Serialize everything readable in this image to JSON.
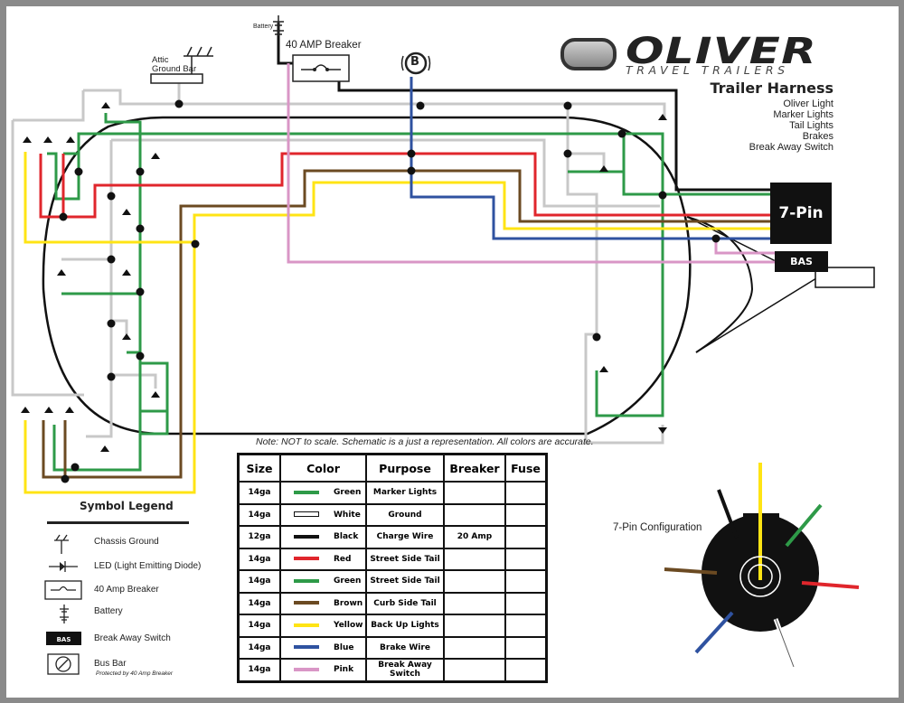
{
  "brand": {
    "name": "OLIVER",
    "tagline": "TRAVEL TRAILERS"
  },
  "title": {
    "main": "Trailer Harness",
    "lines": [
      "Oliver Light",
      "Marker Lights",
      "Tail Lights",
      "Brakes",
      "Break Away Switch"
    ]
  },
  "schematic": {
    "labels": {
      "battery": "Battery",
      "breaker": "40 AMP Breaker",
      "attic_ground": [
        "Attic",
        "Ground Bar"
      ],
      "bus_bar": "B",
      "connector": "7-Pin",
      "bas": "BAS"
    },
    "note": "Note:  NOT to scale.  Schematic is a just a representation.  All colors are accurate."
  },
  "colors": {
    "green": "#2e9a48",
    "white": "#ffffff",
    "black": "#111111",
    "red": "#e0262c",
    "brown": "#6b4a22",
    "yellow": "#ffe414",
    "blue": "#2f52a0",
    "pink": "#d996c6",
    "gray": "#c8c8c8"
  },
  "wire_table": {
    "headers": [
      "Size",
      "Color",
      "Purpose",
      "Breaker",
      "Fuse"
    ],
    "rows": [
      {
        "size": "14ga",
        "color": "Green",
        "swatch": "green",
        "purpose": "Marker Lights",
        "breaker": "",
        "fuse": ""
      },
      {
        "size": "14ga",
        "color": "White",
        "swatch": "white",
        "purpose": "Ground",
        "breaker": "",
        "fuse": ""
      },
      {
        "size": "12ga",
        "color": "Black",
        "swatch": "black",
        "purpose": "Charge Wire",
        "breaker": "20 Amp",
        "fuse": ""
      },
      {
        "size": "14ga",
        "color": "Red",
        "swatch": "red",
        "purpose": "Street Side Tail",
        "breaker": "",
        "fuse": ""
      },
      {
        "size": "14ga",
        "color": "Green",
        "swatch": "green",
        "purpose": "Street Side Tail",
        "breaker": "",
        "fuse": ""
      },
      {
        "size": "14ga",
        "color": "Brown",
        "swatch": "brown",
        "purpose": "Curb Side Tail",
        "breaker": "",
        "fuse": ""
      },
      {
        "size": "14ga",
        "color": "Yellow",
        "swatch": "yellow",
        "purpose": "Back Up Lights",
        "breaker": "",
        "fuse": ""
      },
      {
        "size": "14ga",
        "color": "Blue",
        "swatch": "blue",
        "purpose": "Brake Wire",
        "breaker": "",
        "fuse": ""
      },
      {
        "size": "14ga",
        "color": "Pink",
        "swatch": "pink",
        "purpose": "Break Away Switch",
        "breaker": "",
        "fuse": ""
      }
    ]
  },
  "legend": {
    "title": "Symbol Legend",
    "items": [
      {
        "icon": "chassis-ground-icon",
        "label": "Chassis Ground"
      },
      {
        "icon": "led-icon",
        "label": "LED (Light Emitting Diode)"
      },
      {
        "icon": "breaker-icon",
        "label": "40 Amp Breaker"
      },
      {
        "icon": "battery-icon",
        "label": "Battery"
      },
      {
        "icon": "bas-icon",
        "label": "Break Away Switch",
        "badge": "BAS"
      },
      {
        "icon": "bus-bar-icon",
        "label": "Bus Bar",
        "sublabel": "Protected by 40 Amp Breaker"
      }
    ]
  },
  "pin_config": {
    "title": "7-Pin Configuration",
    "pins": [
      "yellow",
      "green",
      "red",
      "white",
      "blue",
      "brown",
      "black"
    ]
  }
}
